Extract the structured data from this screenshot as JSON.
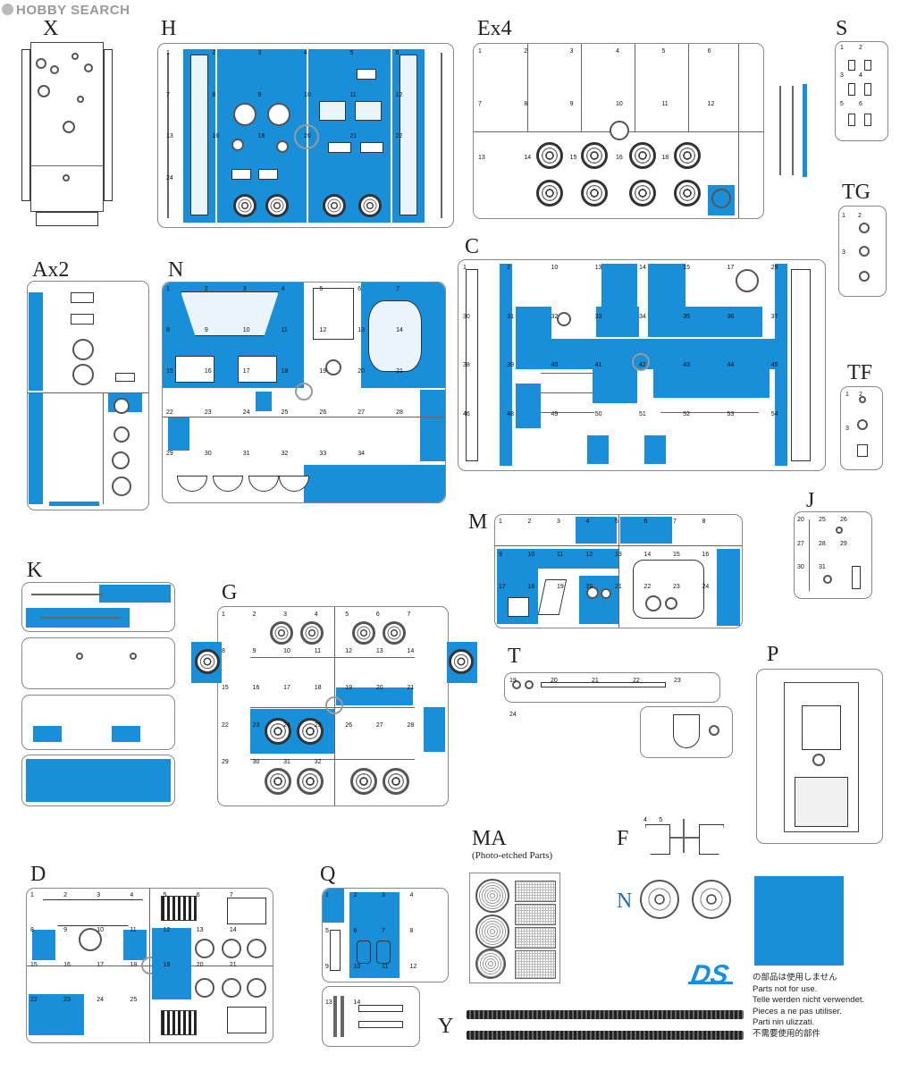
{
  "site_logo": "HOBBY SEARCH",
  "colors": {
    "unused_parts_blue": "#1a8fd9"
  },
  "sprue_labels": {
    "x": "X",
    "h": "H",
    "ex4": "Ex4",
    "s": "S",
    "tg": "TG",
    "ax2": "Ax2",
    "n": "N",
    "c": "C",
    "tf": "TF",
    "m": "M",
    "j": "J",
    "k": "K",
    "g": "G",
    "t": "T",
    "p": "P",
    "d": "D",
    "q": "Q",
    "ma": "MA",
    "f": "F",
    "n2": "N",
    "y": "Y"
  },
  "ma_subtitle": "(Photo-etched Parts)",
  "legend": {
    "lines": [
      "の部品は使用しません",
      "Parts not for use.",
      "Telle werden nicht verwendet.",
      "Pieces a ne pas utiliser.",
      "Parti nin ulizzati.",
      "不需要使用的部件"
    ]
  },
  "brand_mark": "DS",
  "part_numbers": {
    "h": [
      "1",
      "2",
      "3",
      "4",
      "5",
      "6",
      "7",
      "8",
      "9",
      "10",
      "11",
      "12",
      "13",
      "16",
      "18",
      "20",
      "21",
      "22",
      "24"
    ],
    "ex4": [
      "1",
      "2",
      "3",
      "4",
      "5",
      "6",
      "7",
      "8",
      "9",
      "10",
      "11",
      "12",
      "13",
      "14",
      "15",
      "16",
      "18"
    ],
    "s": [
      "1",
      "2",
      "3",
      "4",
      "5",
      "6"
    ],
    "tg": [
      "1",
      "2",
      "3"
    ],
    "tf": [
      "1",
      "2",
      "3"
    ],
    "c": [
      "1",
      "2",
      "10",
      "13",
      "14",
      "15",
      "17",
      "29",
      "30",
      "31",
      "32",
      "33",
      "34",
      "35",
      "36",
      "37",
      "38",
      "39",
      "40",
      "41",
      "42",
      "43",
      "44",
      "45",
      "46",
      "48",
      "49",
      "50",
      "51",
      "52",
      "53",
      "54"
    ],
    "n": [
      "1",
      "2",
      "3",
      "4",
      "5",
      "6",
      "7",
      "8",
      "9",
      "10",
      "11",
      "12",
      "13",
      "14",
      "15",
      "16",
      "17",
      "18",
      "19",
      "20",
      "21",
      "22",
      "23",
      "24",
      "25",
      "26",
      "27",
      "28",
      "29",
      "30",
      "31",
      "32",
      "33",
      "34"
    ],
    "m": [
      "1",
      "2",
      "3",
      "4",
      "5",
      "6",
      "7",
      "8",
      "9",
      "10",
      "11",
      "12",
      "13",
      "14",
      "15",
      "16",
      "17",
      "18",
      "19",
      "20",
      "21",
      "22",
      "23",
      "24"
    ],
    "j": [
      "20",
      "25",
      "26",
      "27",
      "28",
      "29",
      "30",
      "31"
    ],
    "t": [
      "19",
      "20",
      "21",
      "22",
      "23",
      "24"
    ],
    "g": [
      "1",
      "2",
      "3",
      "4",
      "5",
      "6",
      "7",
      "8",
      "9",
      "10",
      "11",
      "12",
      "13",
      "14",
      "15",
      "16",
      "17",
      "18",
      "19",
      "20",
      "21",
      "22",
      "23",
      "24",
      "25",
      "26",
      "27",
      "28",
      "29",
      "30",
      "31",
      "32"
    ],
    "d": [
      "1",
      "2",
      "3",
      "4",
      "5",
      "6",
      "7",
      "8",
      "9",
      "10",
      "11",
      "12",
      "13",
      "14",
      "15",
      "16",
      "17",
      "18",
      "19",
      "20",
      "21",
      "22",
      "23",
      "24",
      "25"
    ],
    "q": [
      "1",
      "2",
      "3",
      "4",
      "5",
      "6",
      "7",
      "8",
      "9",
      "10",
      "11",
      "12",
      "13",
      "14"
    ],
    "f": [
      "4",
      "5"
    ]
  }
}
